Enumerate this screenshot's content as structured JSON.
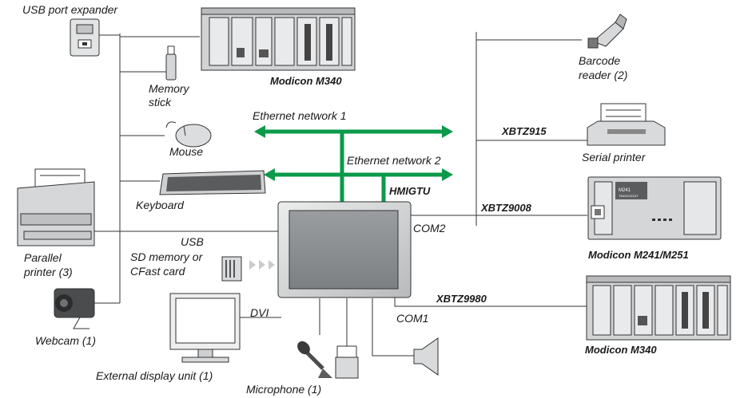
{
  "diagram": {
    "colors": {
      "ethernet": "#0a9a4a",
      "wire": "#333333",
      "device_fill": "#d9dadb",
      "screen": "#8c8f92"
    },
    "labels": {
      "usb_port_expander": "USB port expander",
      "modicon_m340_top": "Modicon M340",
      "memory_stick_1": "Memory",
      "memory_stick_2": "stick",
      "barcode_1": "Barcode",
      "barcode_2": "reader (2)",
      "ethernet_1": "Ethernet network 1",
      "ethernet_2": "Ethernet network 2",
      "mouse": "Mouse",
      "xbtz915": "XBTZ915",
      "serial_printer": "Serial printer",
      "keyboard": "Keyboard",
      "hmigtu": "HMIGTU",
      "xbtz9008": "XBTZ9008",
      "com2": "COM2",
      "usb": "USB",
      "sd_1": "SD memory or",
      "sd_2": "CFast card",
      "parallel_1": "Parallel",
      "parallel_2": "printer (3)",
      "modicon_m241": "Modicon M241/M251",
      "xbtz9980": "XBTZ9980",
      "dvi": "DVI",
      "com1": "COM1",
      "webcam": "Webcam (1)",
      "modicon_m340_bottom": "Modicon M340",
      "external_display": "External display unit (1)",
      "microphone": "Microphone (1)",
      "m241_module": "M241",
      "m241_model": "TM241CE24T"
    },
    "icons": [
      "usb-expander-icon",
      "plc-rack-icon",
      "memory-stick-icon",
      "barcode-reader-icon",
      "mouse-icon",
      "serial-printer-icon",
      "keyboard-icon",
      "hmi-panel-icon",
      "plc-compact-icon",
      "parallel-printer-icon",
      "sd-card-icon",
      "webcam-icon",
      "display-icon",
      "microphone-icon",
      "speaker-icon"
    ]
  }
}
